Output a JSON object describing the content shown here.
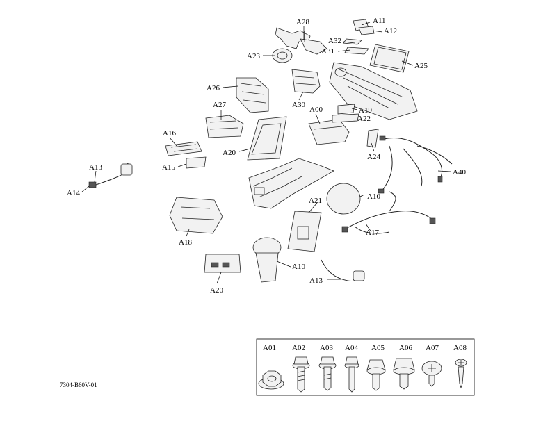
{
  "figure_id": "7304-B60V-01",
  "callouts": {
    "A28": "A28",
    "A11": "A11",
    "A12": "A12",
    "A32": "A32",
    "A31": "A31",
    "A23": "A23",
    "A25": "A25",
    "A26": "A26",
    "A30": "A30",
    "A27": "A27",
    "A00": "A00",
    "A19": "A19",
    "A22": "A22",
    "A16": "A16",
    "A20a": "A20",
    "A24": "A24",
    "A40": "A40",
    "A15": "A15",
    "A13a": "A13",
    "A14": "A14",
    "A21": "A21",
    "A10a": "A10",
    "A17": "A17",
    "A18": "A18",
    "A10b": "A10",
    "A13b": "A13",
    "A20b": "A20"
  },
  "fastener_legend": [
    "A01",
    "A02",
    "A03",
    "A04",
    "A05",
    "A06",
    "A07",
    "A08"
  ]
}
